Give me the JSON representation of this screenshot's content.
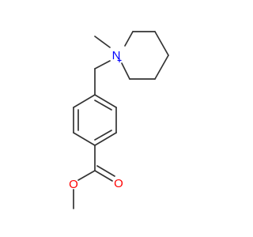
{
  "molecule": {
    "atom_labels": {
      "nitrogen": "N",
      "nitrogen_charge": "+",
      "carbonyl_oxygen": "O",
      "ester_oxygen": "O"
    },
    "colors": {
      "bond": "#333333",
      "nitrogen": "#0000ff",
      "oxygen": "#ff0000",
      "background": "#ffffff"
    }
  }
}
